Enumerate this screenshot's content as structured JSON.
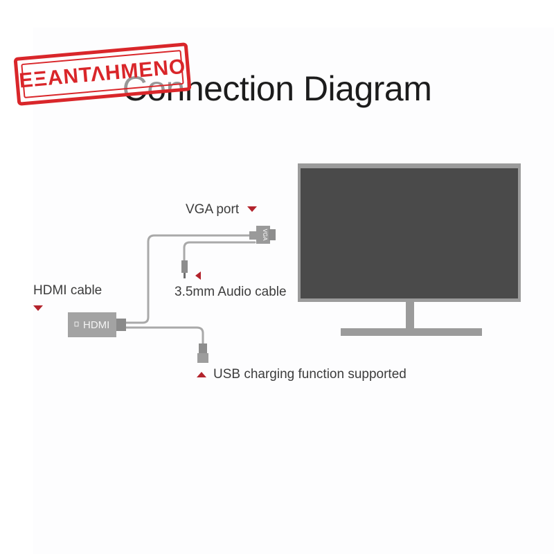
{
  "title": "Connection Diagram",
  "stamp": {
    "text": "ΕΞΑΝΤΛΗΜΕΝΟ",
    "color": "#d9262a"
  },
  "labels": {
    "vga_port": "VGA port",
    "audio_cable": "3.5mm Audio cable",
    "hdmi_cable": "HDMI cable",
    "usb_charging": "USB charging function supported"
  },
  "adapter": {
    "text": "HDMI",
    "connector_text": "VGA"
  },
  "colors": {
    "accent": "#b3232c",
    "cable": "#a9a9a9",
    "monitor_screen": "#4a4a4a",
    "monitor_frame": "#9b9b9b",
    "title": "#1c1c1c"
  },
  "icons": {
    "vga_port_pointer": "triangle-down-icon",
    "audio_pointer": "triangle-left-icon",
    "hdmi_pointer": "triangle-down-icon",
    "usb_pointer": "triangle-up-icon"
  }
}
